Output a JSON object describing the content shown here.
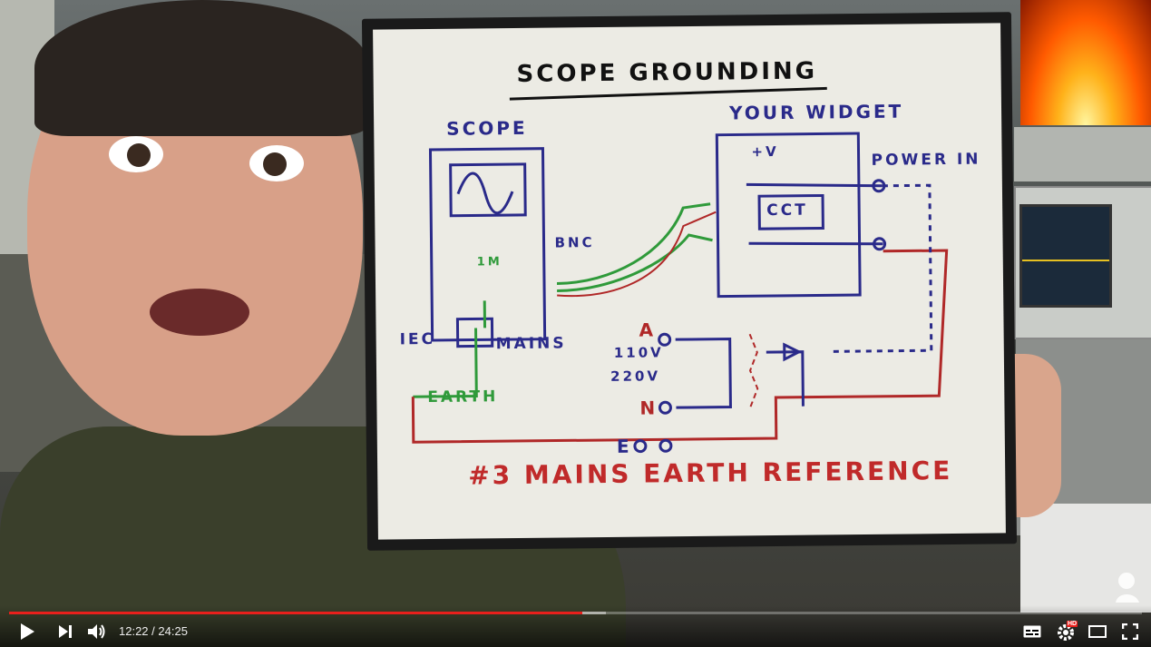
{
  "player": {
    "current_time": "12:22",
    "time_separator": "/",
    "duration": "24:25",
    "progress_fraction": 0.506,
    "buffered_fraction": 0.527,
    "accent_color": "#e8201c",
    "hd_badge": "HD"
  },
  "whiteboard": {
    "title": "SCOPE GROUNDING",
    "scope_label": "SCOPE",
    "widget_label": "YOUR WIDGET",
    "power_label": "POWER IN",
    "plus_v": "+V",
    "cct": "CCT",
    "bnc": "BNC",
    "resistor": "1M",
    "iec": "IEC",
    "mains": "MAINS",
    "earth": "EARTH",
    "a": "A",
    "n": "N",
    "e": "E",
    "v110": "110V",
    "v220": "220V",
    "caption": "#3 MAINS EARTH REFERENCE"
  },
  "icons": {
    "play": "play-icon",
    "next": "next-icon",
    "volume": "volume-icon",
    "subtitles": "subtitles-icon",
    "settings": "gear-icon",
    "theater": "theater-icon",
    "fullscreen": "fullscreen-icon"
  }
}
